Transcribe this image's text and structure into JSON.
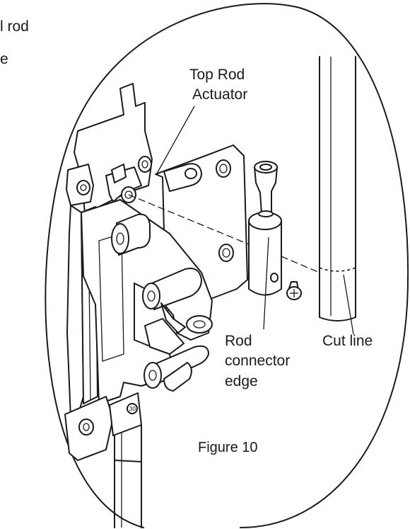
{
  "page_fragment": {
    "line1": "l rod",
    "line2": "e"
  },
  "callouts": {
    "top_rod_actuator_line1": "Top Rod",
    "top_rod_actuator_line2": "Actuator",
    "rod_connector_line1": "Rod",
    "rod_connector_line2": "connector",
    "rod_connector_line3": "edge",
    "cut_line": "Cut line"
  },
  "figure_label": "Figure 10",
  "colors": {
    "ink": "#1a1a1a",
    "background": "#ffffff"
  }
}
